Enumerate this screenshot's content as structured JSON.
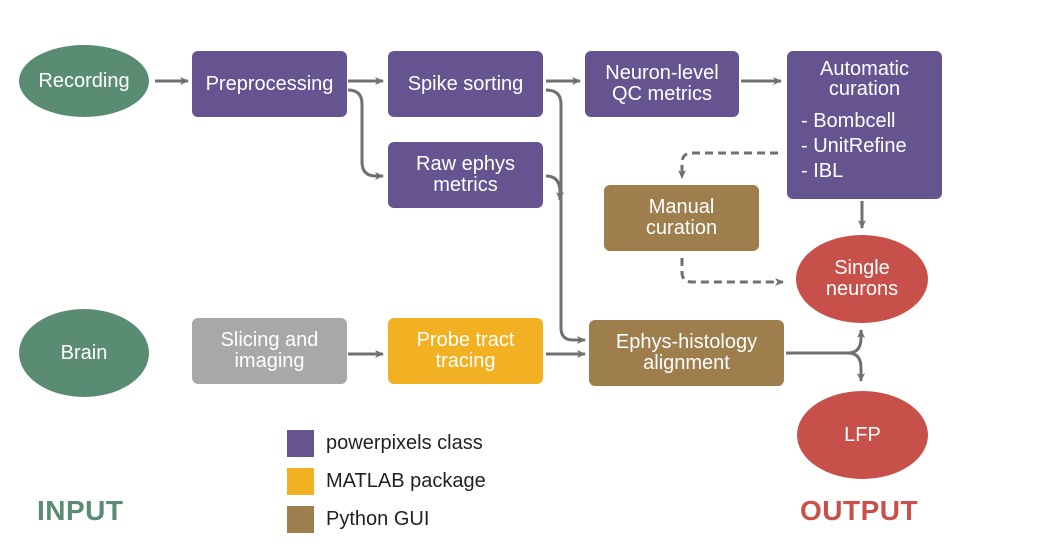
{
  "nodes": {
    "recording": "Recording",
    "preprocessing": "Preprocessing",
    "spike_sorting": "Spike sorting",
    "neuron_qc": [
      "Neuron-level",
      "QC metrics"
    ],
    "automatic_curation": {
      "title": [
        "Automatic",
        "curation"
      ],
      "items": [
        "- Bombcell",
        "- UnitRefine",
        "- IBL"
      ]
    },
    "raw_ephys": [
      "Raw ephys",
      "metrics"
    ],
    "manual_curation": [
      "Manual",
      "curation"
    ],
    "single_neurons": [
      "Single",
      "neurons"
    ],
    "brain": "Brain",
    "slicing": [
      "Slicing and",
      "imaging"
    ],
    "probe_tract": [
      "Probe tract",
      "tracing"
    ],
    "ephys_histology": [
      "Ephys-histology",
      "alignment"
    ],
    "lfp": "LFP"
  },
  "legend": [
    {
      "label": "powerpixels class",
      "color": "#655490"
    },
    {
      "label": "MATLAB package",
      "color": "#f2b023"
    },
    {
      "label": "Python GUI",
      "color": "#9d7e4c"
    }
  ],
  "sections": {
    "input": "INPUT",
    "output": "OUTPUT"
  },
  "colors": {
    "purple": "#655490",
    "green": "#5a8b73",
    "gray": "#a7a8aa",
    "yellow": "#f2b023",
    "brown": "#9d7e4c",
    "red": "#c8504a",
    "arrow": "#707070"
  }
}
